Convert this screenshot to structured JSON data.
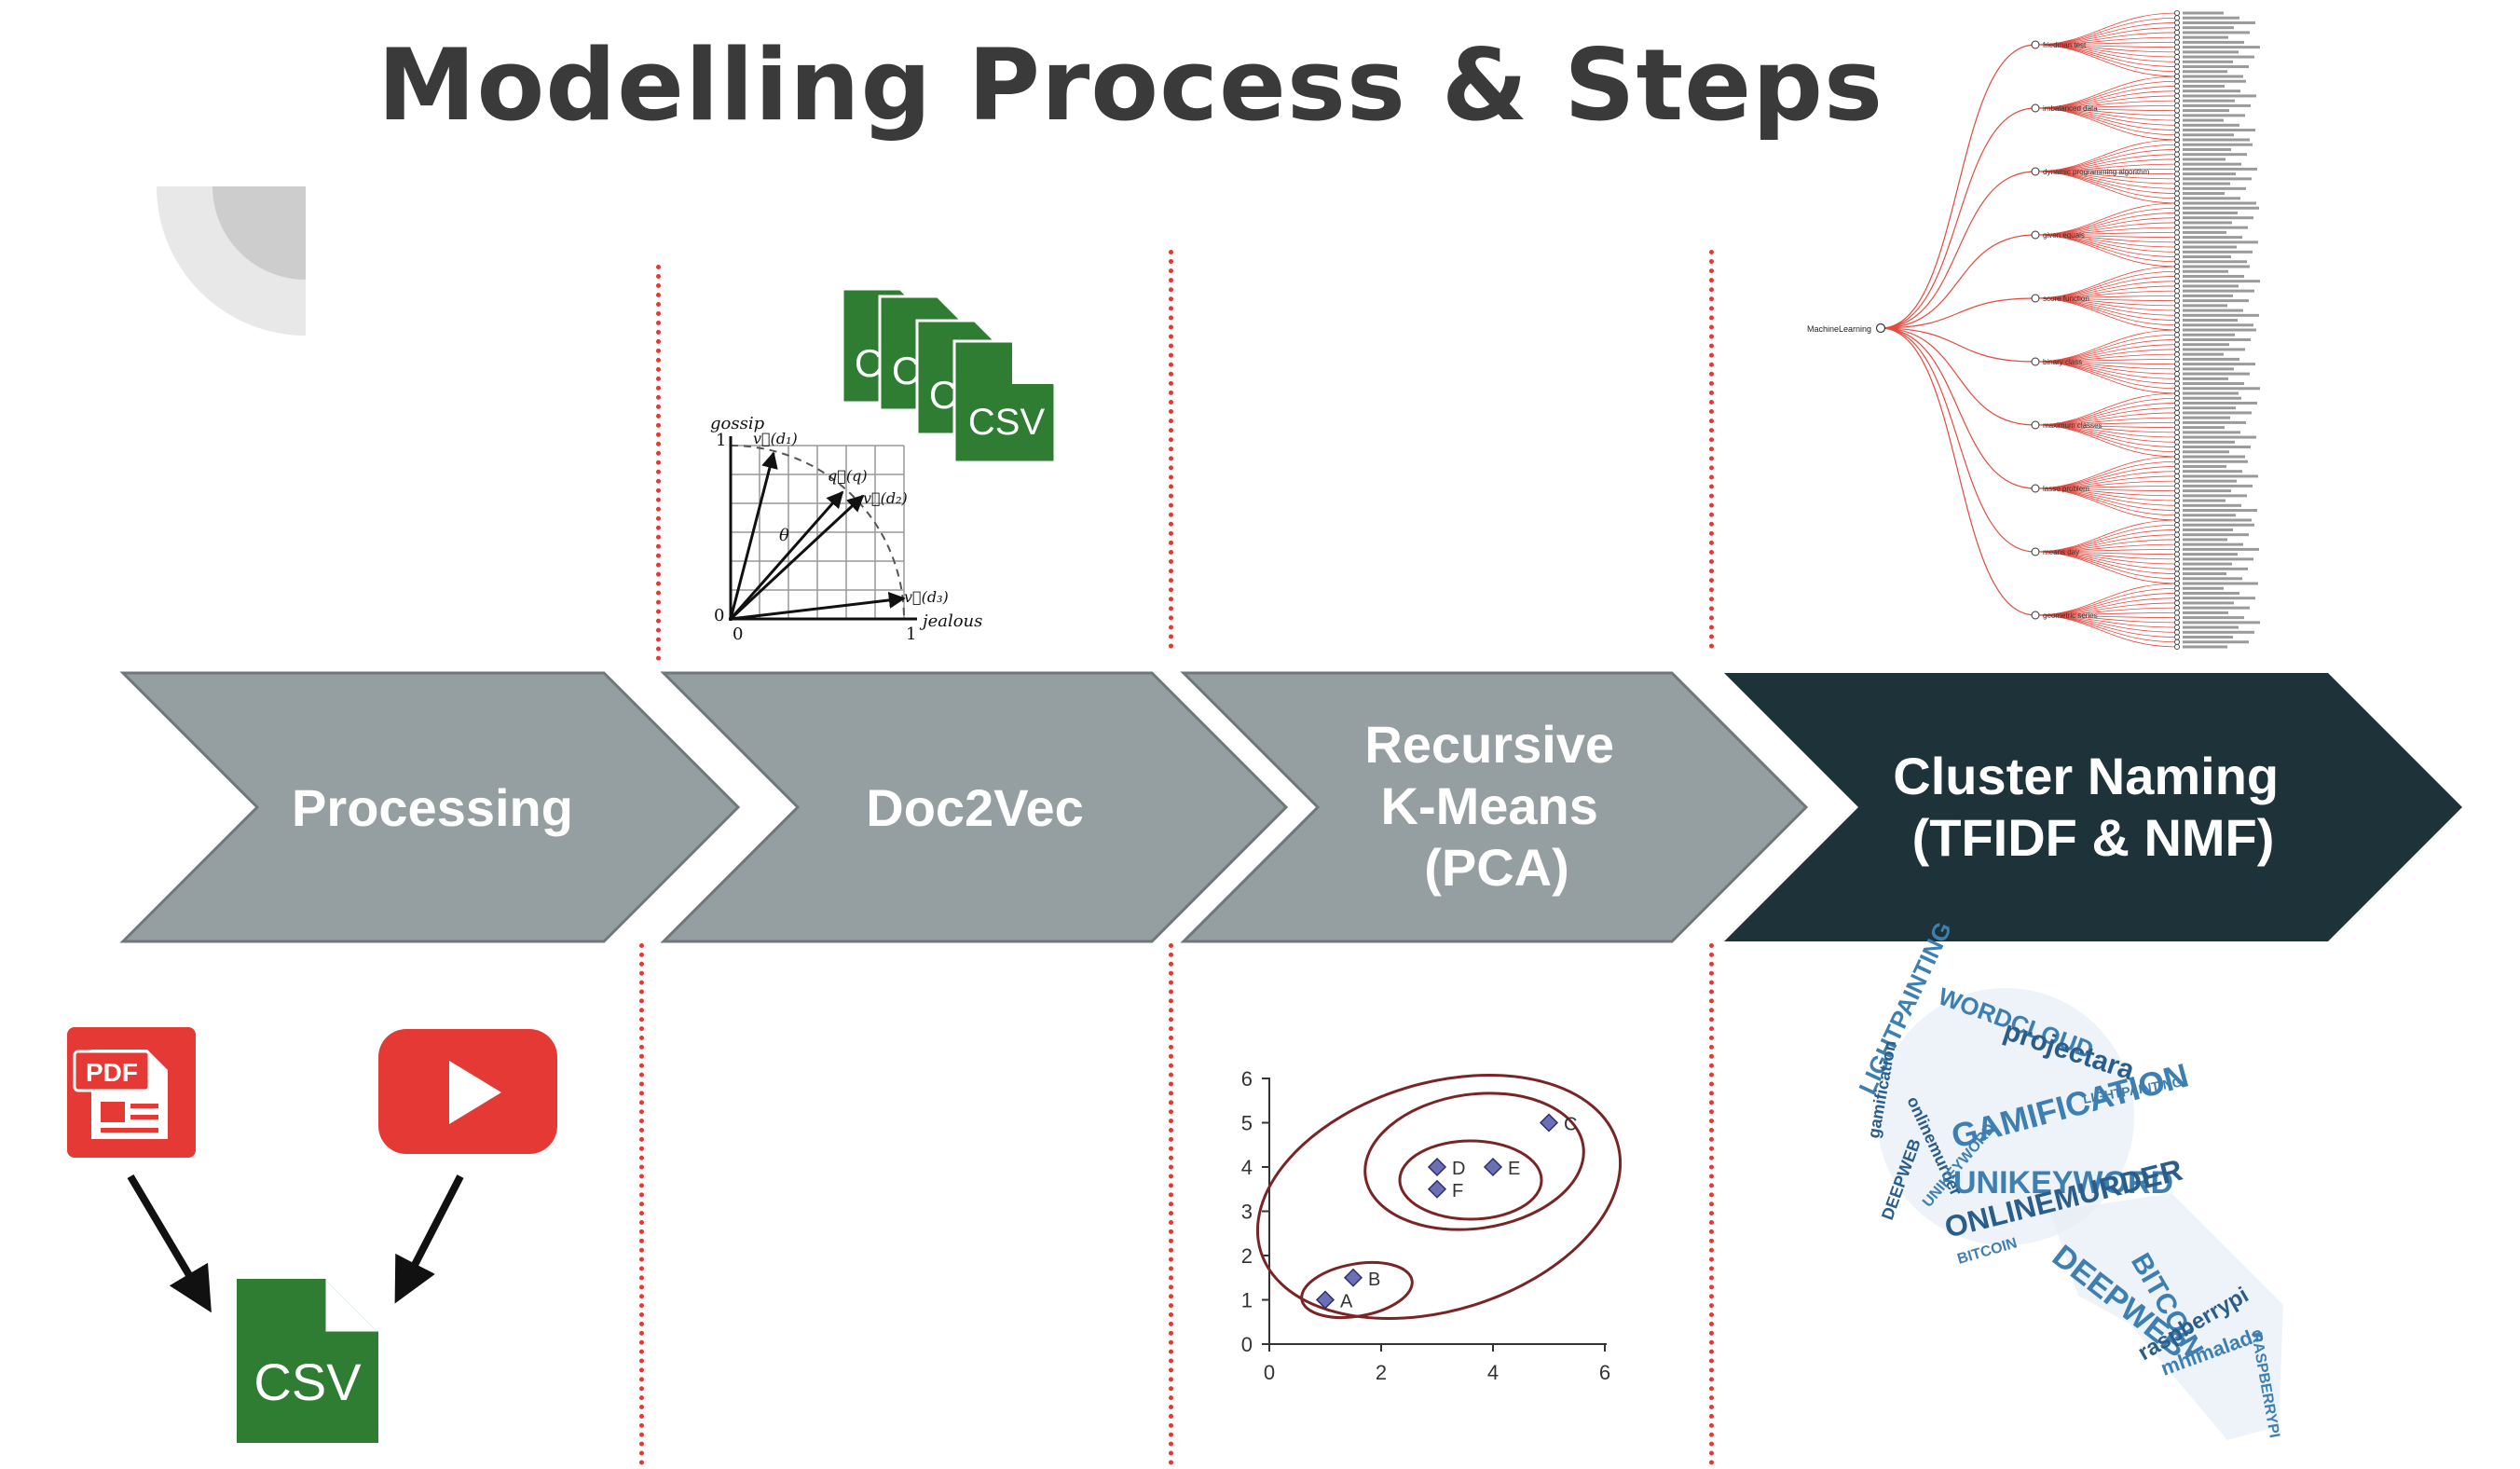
{
  "title": "Modelling Process & Steps",
  "steps": [
    {
      "lines": [
        "Processing"
      ],
      "color": "#959fa2"
    },
    {
      "lines": [
        "Doc2Vec"
      ],
      "color": "#959fa2"
    },
    {
      "lines": [
        "Recursive",
        "K-Means",
        "(PCA)"
      ],
      "color": "#959fa2"
    },
    {
      "lines": [
        "Cluster Naming",
        "(TFIDF & NMF)"
      ],
      "color": "#1d3239"
    }
  ],
  "icons": {
    "pdf_label": "PDF",
    "csv_label": "CSV",
    "csv_stack_label": "CSV",
    "csv_stack_partial": "C"
  },
  "vector_space": {
    "y_axis_label": "gossip",
    "x_axis_label": "jealous",
    "y_tick": "1",
    "x_tick": "1",
    "origin": "0",
    "origin_x": "0",
    "theta": "θ",
    "vectors": [
      "v⃗(d₁)",
      "q⃗(q)",
      "v⃗(d₂)",
      "v⃗(d₃)"
    ]
  },
  "cluster_chart": {
    "x_ticks": [
      "0",
      "2",
      "4",
      "6"
    ],
    "y_ticks": [
      "0",
      "1",
      "2",
      "3",
      "4",
      "5",
      "6"
    ],
    "points": [
      {
        "label": "A",
        "x": 1,
        "y": 1
      },
      {
        "label": "B",
        "x": 1.5,
        "y": 1.5
      },
      {
        "label": "C",
        "x": 5,
        "y": 5
      },
      {
        "label": "D",
        "x": 3,
        "y": 4
      },
      {
        "label": "E",
        "x": 4,
        "y": 4
      },
      {
        "label": "F",
        "x": 3,
        "y": 3.5
      }
    ]
  },
  "dendrogram": {
    "root": "MachineLearning",
    "groups": [
      "friedman test",
      "imbalanced data",
      "dynamic programming algorithm",
      "given equals",
      "score function",
      "binary class",
      "maximum classes",
      "lasso problem",
      "means day",
      "geometric series"
    ]
  },
  "word_cloud": {
    "words": [
      "WORDCLOUD",
      "projectara",
      "LIGHTPAINTING",
      "GAMIFICATION",
      "UNIKEYWORD",
      "ONLINEMURDER",
      "DEEPWEB",
      "BITCOIN",
      "raspberrypi",
      "mhimalads",
      "onlinemurder",
      "DEEPWEB",
      "BITCOIN",
      "gamification",
      "UNIKEYWORD",
      "RASPBERRYPI",
      "LIGHTPAINTING"
    ]
  },
  "colors": {
    "accent": "#e03a33",
    "csv_green": "#2e7d32",
    "youtube_red": "#e53935",
    "chevron_gray": "#959fa2",
    "chevron_dark": "#1d3239",
    "dendro_red": "#e34a3f",
    "cloud_blue": "#3e7fb1"
  }
}
